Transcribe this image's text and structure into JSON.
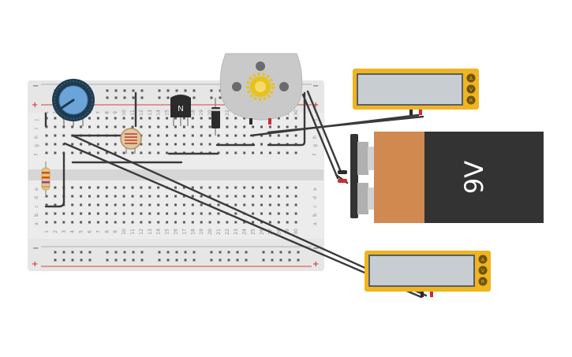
{
  "breadboard": {
    "column_numbers": [
      "1",
      "2",
      "3",
      "4",
      "5",
      "6",
      "7",
      "8",
      "9",
      "10",
      "11",
      "12",
      "13",
      "14",
      "15",
      "16",
      "17",
      "18",
      "19",
      "20",
      "21",
      "22",
      "23",
      "24",
      "25",
      "26",
      "27",
      "28",
      "29",
      "30"
    ],
    "row_letters_top": [
      "j",
      "i",
      "h",
      "g",
      "f"
    ],
    "row_letters_bottom": [
      "e",
      "d",
      "c",
      "b",
      "a"
    ],
    "rail_plus": "+",
    "rail_minus": "−"
  },
  "transistor": {
    "label": "N"
  },
  "battery": {
    "label": "9V"
  },
  "multimeter_top": {
    "modes": [
      "A",
      "V",
      "R"
    ]
  },
  "multimeter_bottom": {
    "modes": [
      "A",
      "V",
      "R"
    ]
  },
  "colors": {
    "breadboard": "#e3e3e3",
    "rail_red": "#d0463a",
    "multimeter_body": "#f0b420",
    "multimeter_screen": "#c7cdd1",
    "battery_copper": "#d0894f",
    "battery_black": "#333333",
    "wire": "#3a3a3a",
    "probe_red": "#cc2d2d"
  },
  "icons": [
    "potentiometer-icon",
    "photoresistor-icon",
    "npn-transistor-icon",
    "diode-icon",
    "resistor-icon",
    "dc-motor-icon",
    "battery-icon",
    "multimeter-icon"
  ]
}
